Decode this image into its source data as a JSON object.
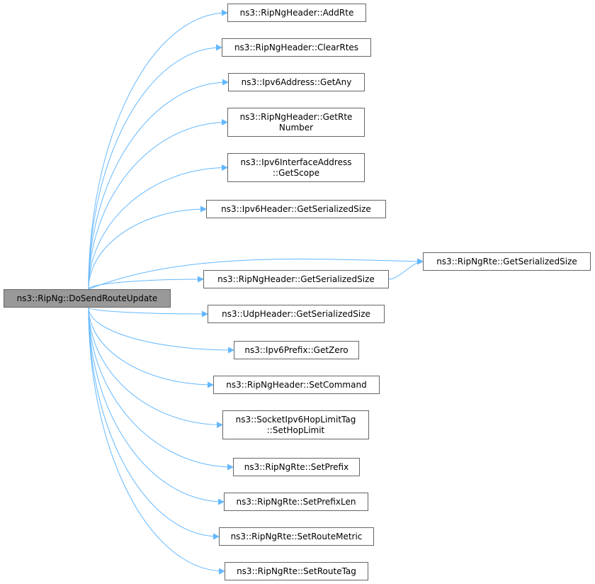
{
  "diagram": {
    "root": {
      "lines": [
        "ns3::RipNg::DoSendRouteUpdate"
      ]
    },
    "nodes": {
      "addrte": {
        "lines": [
          "ns3::RipNgHeader::AddRte"
        ]
      },
      "clearrtes": {
        "lines": [
          "ns3::RipNgHeader::ClearRtes"
        ]
      },
      "getany": {
        "lines": [
          "ns3::Ipv6Address::GetAny"
        ]
      },
      "getrtenumber": {
        "lines": [
          "ns3::RipNgHeader::GetRte",
          "Number"
        ]
      },
      "getscope": {
        "lines": [
          "ns3::Ipv6InterfaceAddress",
          "::GetScope"
        ]
      },
      "ipv6header_size": {
        "lines": [
          "ns3::Ipv6Header::GetSerializedSize"
        ]
      },
      "ripngrte_size": {
        "lines": [
          "ns3::RipNgRte::GetSerializedSize"
        ]
      },
      "ripngheader_size": {
        "lines": [
          "ns3::RipNgHeader::GetSerializedSize"
        ]
      },
      "udpheader_size": {
        "lines": [
          "ns3::UdpHeader::GetSerializedSize"
        ]
      },
      "getzero": {
        "lines": [
          "ns3::Ipv6Prefix::GetZero"
        ]
      },
      "setcommand": {
        "lines": [
          "ns3::RipNgHeader::SetCommand"
        ]
      },
      "sethoplimit": {
        "lines": [
          "ns3::SocketIpv6HopLimitTag",
          "::SetHopLimit"
        ]
      },
      "setprefix": {
        "lines": [
          "ns3::RipNgRte::SetPrefix"
        ]
      },
      "setprefixlen": {
        "lines": [
          "ns3::RipNgRte::SetPrefixLen"
        ]
      },
      "setroutemetric": {
        "lines": [
          "ns3::RipNgRte::SetRouteMetric"
        ]
      },
      "setroutetag": {
        "lines": [
          "ns3::RipNgRte::SetRouteTag"
        ]
      }
    },
    "edges": [
      [
        "root",
        "addrte"
      ],
      [
        "root",
        "clearrtes"
      ],
      [
        "root",
        "getany"
      ],
      [
        "root",
        "getrtenumber"
      ],
      [
        "root",
        "getscope"
      ],
      [
        "root",
        "ipv6header_size"
      ],
      [
        "root",
        "ripngrte_size"
      ],
      [
        "root",
        "ripngheader_size"
      ],
      [
        "ripngheader_size",
        "ripngrte_size"
      ],
      [
        "root",
        "udpheader_size"
      ],
      [
        "root",
        "getzero"
      ],
      [
        "root",
        "setcommand"
      ],
      [
        "root",
        "sethoplimit"
      ],
      [
        "root",
        "setprefix"
      ],
      [
        "root",
        "setprefixlen"
      ],
      [
        "root",
        "setroutemetric"
      ],
      [
        "root",
        "setroutetag"
      ]
    ],
    "edge_color": "#63b8ff"
  }
}
